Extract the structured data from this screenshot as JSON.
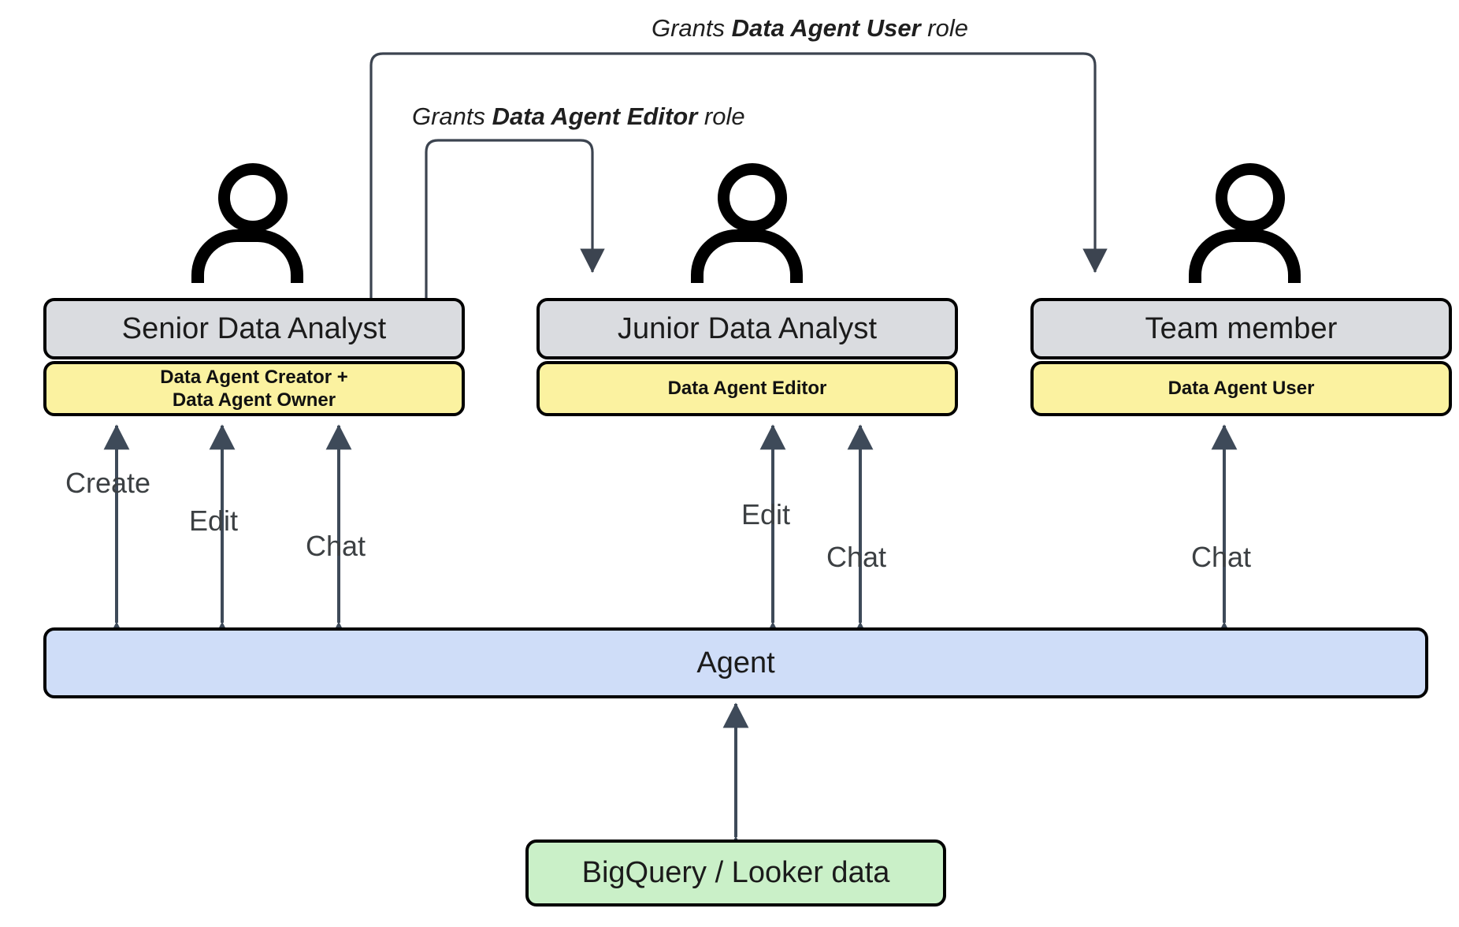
{
  "diagram": {
    "title": "Data Agent role permissions diagram",
    "colors": {
      "role_title_fill": "#dadce0",
      "role_permission_fill": "#fbf2a0",
      "agent_fill": "#cfddf8",
      "data_source_fill": "#caf0c8",
      "arrow_stroke": "#3e4a59",
      "connector_stroke": "#3c4450",
      "box_border": "#000000",
      "background": "#ffffff"
    }
  },
  "personas": [
    {
      "id": "senior-data-analyst",
      "icon": "person-icon",
      "title": "Senior Data Analyst",
      "permission": "Data Agent Creator +\nData Agent Owner",
      "permission_lines": [
        "Data Agent Creator +",
        "Data Agent Owner"
      ]
    },
    {
      "id": "junior-data-analyst",
      "icon": "person-icon",
      "title": "Junior Data Analyst",
      "permission": "Data Agent Editor",
      "permission_lines": [
        "Data Agent Editor"
      ]
    },
    {
      "id": "team-member",
      "icon": "person-icon",
      "title": "Team member",
      "permission": "Data Agent User",
      "permission_lines": [
        "Data Agent User"
      ]
    }
  ],
  "nodes": {
    "agent": "Agent",
    "data_source": "BigQuery / Looker data"
  },
  "grant_connectors": [
    {
      "id": "grants-data-agent-user",
      "prefix": "Grants ",
      "role": "Data Agent User",
      "suffix": " role",
      "from": "senior-data-analyst",
      "to": "team-member"
    },
    {
      "id": "grants-data-agent-editor",
      "prefix": "Grants ",
      "role": "Data Agent Editor",
      "suffix": " role",
      "from": "senior-data-analyst",
      "to": "junior-data-analyst"
    }
  ],
  "agent_edges": [
    {
      "id": "senior-create",
      "label": "Create",
      "from": "senior-data-analyst",
      "to": "agent",
      "direction": "both"
    },
    {
      "id": "senior-edit",
      "label": "Edit",
      "from": "senior-data-analyst",
      "to": "agent",
      "direction": "both"
    },
    {
      "id": "senior-chat",
      "label": "Chat",
      "from": "senior-data-analyst",
      "to": "agent",
      "direction": "both"
    },
    {
      "id": "junior-edit",
      "label": "Edit",
      "from": "junior-data-analyst",
      "to": "agent",
      "direction": "both"
    },
    {
      "id": "junior-chat",
      "label": "Chat",
      "from": "junior-data-analyst",
      "to": "agent",
      "direction": "both"
    },
    {
      "id": "team-chat",
      "label": "Chat",
      "from": "team-member",
      "to": "agent",
      "direction": "both"
    }
  ],
  "data_edge": {
    "id": "agent-data",
    "label": "",
    "from": "agent",
    "to": "data_source",
    "direction": "both"
  }
}
